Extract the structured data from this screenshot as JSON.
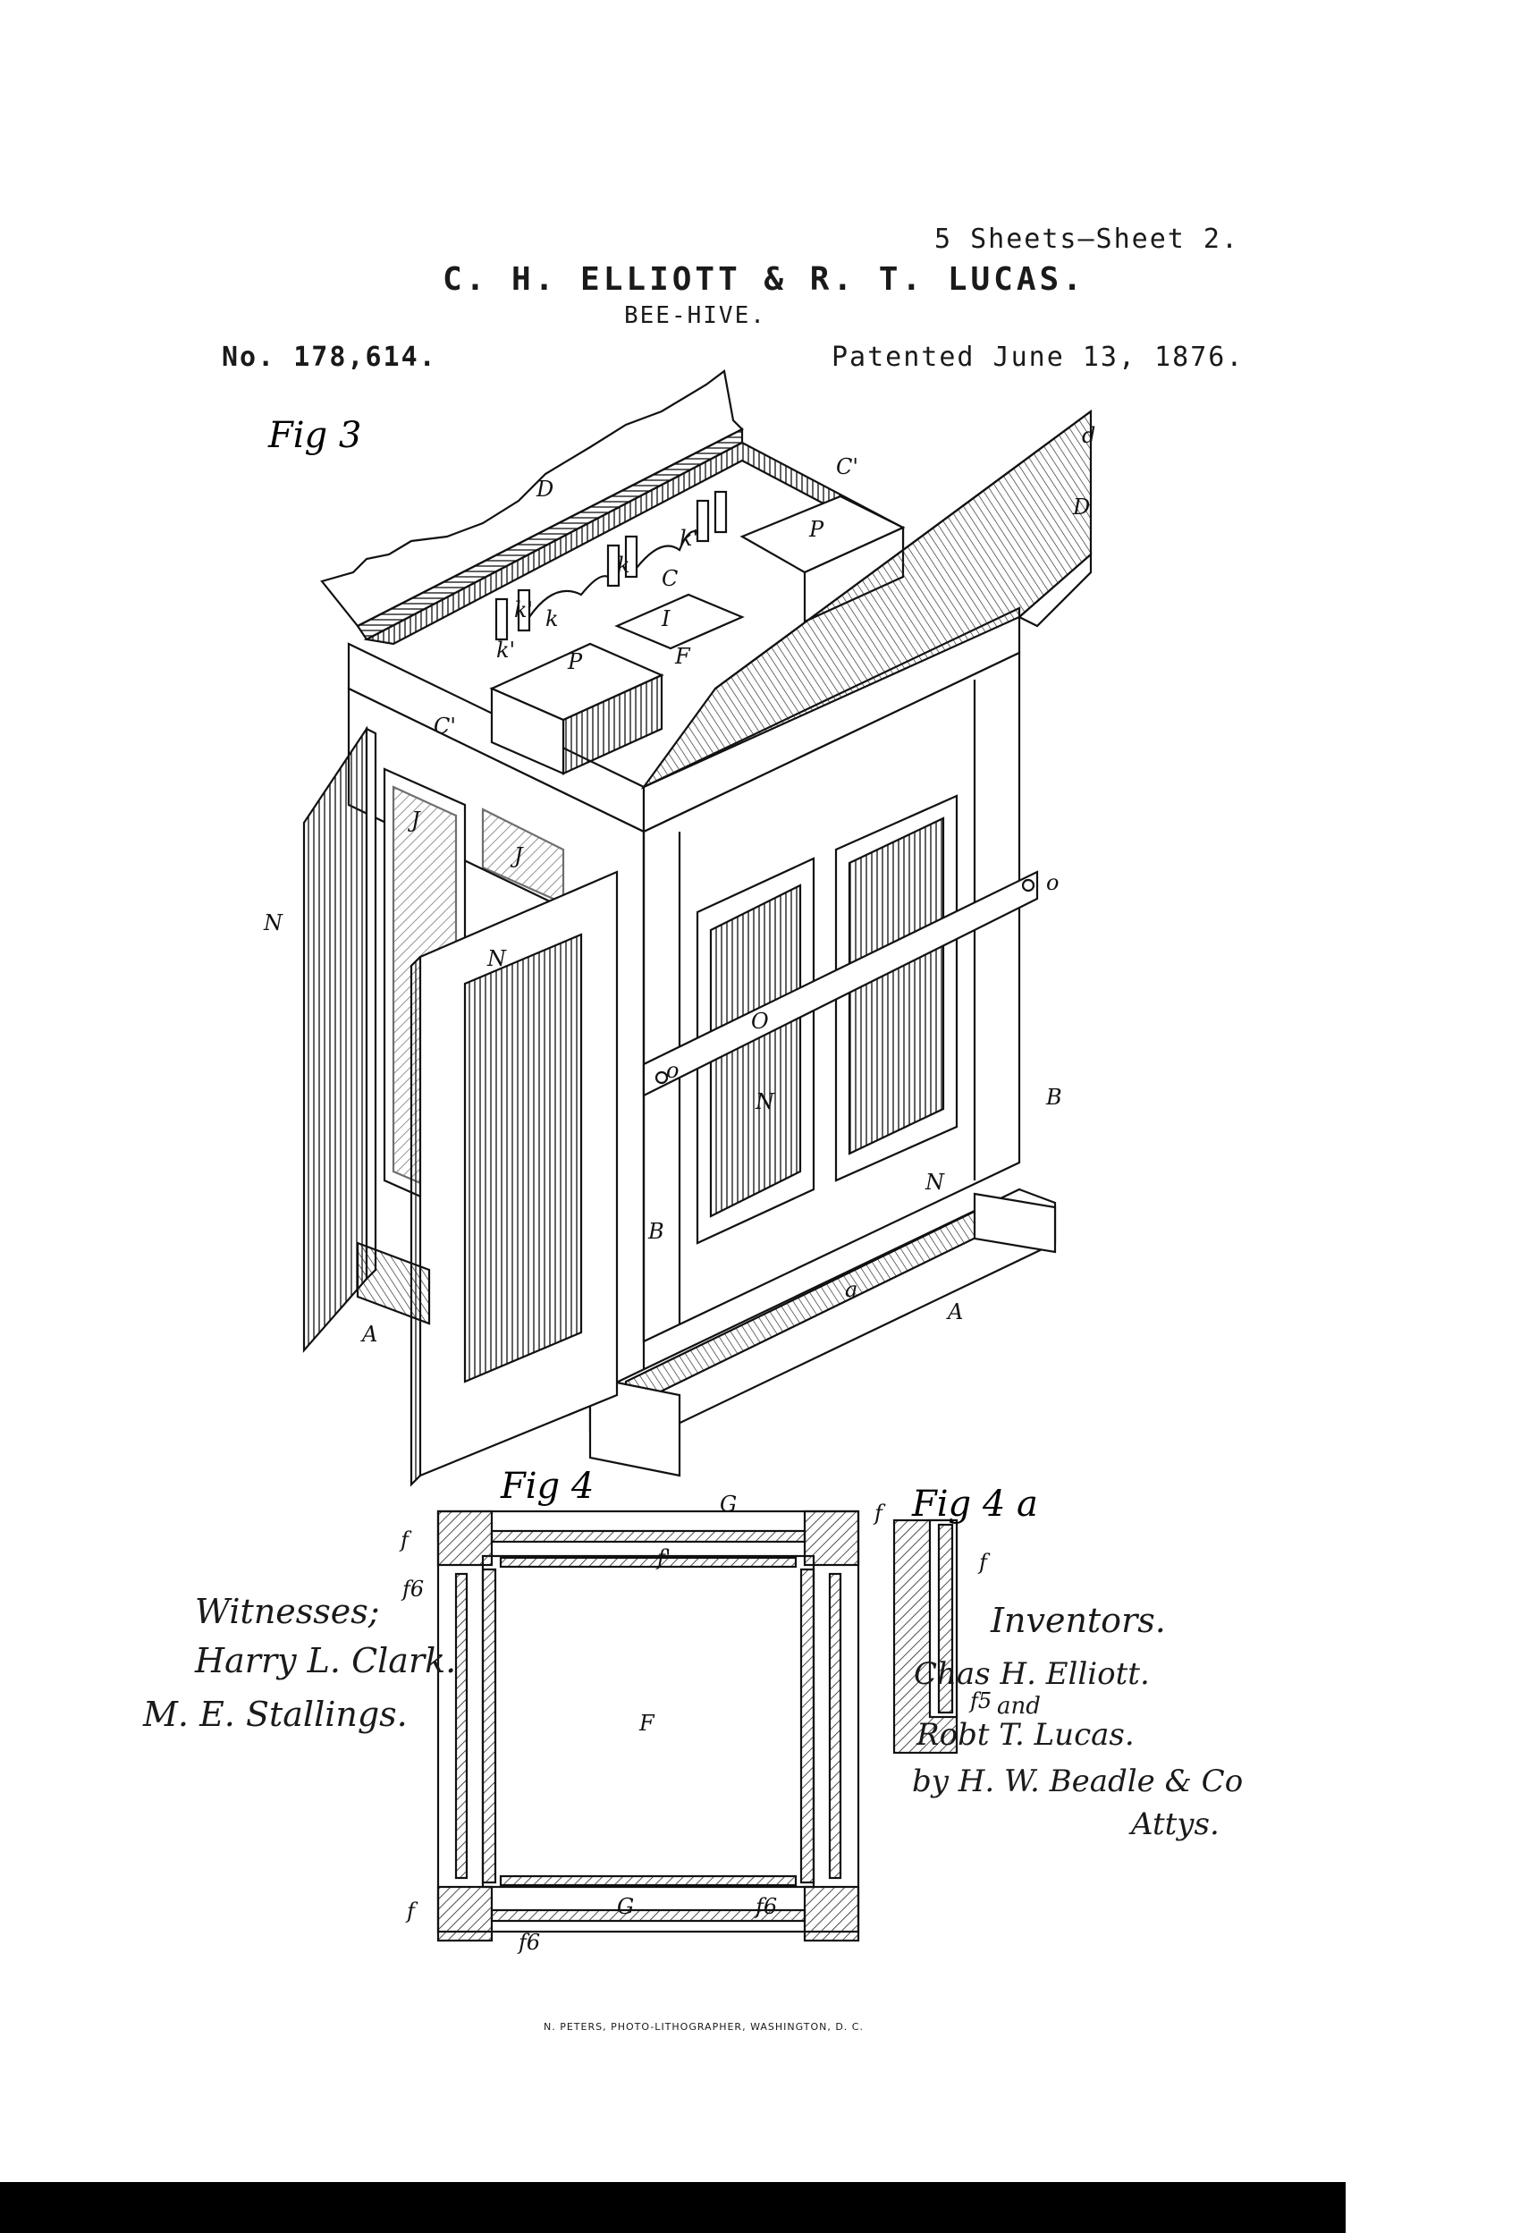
{
  "header": {
    "sheets": "5 Sheets—Sheet 2.",
    "names": "C. H. ELLIOTT & R. T. LUCAS.",
    "subject": "BEE-HIVE.",
    "patent_number": "No. 178,614.",
    "patent_date": "Patented June 13, 1876."
  },
  "figures": {
    "fig3": "Fig 3",
    "fig4": "Fig 4",
    "fig4a": "Fig 4 a",
    "labels": {
      "D1": "D",
      "D2": "D",
      "d": "d",
      "C1": "C'",
      "C2": "C'",
      "C": "C",
      "k1": "k'",
      "k2": "k",
      "k3": "k'",
      "k4": "k",
      "k5": "k'",
      "P1": "P",
      "P2": "P",
      "I": "I",
      "F1": "F",
      "J1": "J",
      "J2": "J",
      "N1": "N",
      "N2": "N",
      "N3": "N",
      "N4": "N",
      "O": "O",
      "o1": "o",
      "o2": "o",
      "B1": "B",
      "B2": "B",
      "A1": "A",
      "A2": "A",
      "a": "a",
      "G1": "G",
      "G2": "G",
      "f1": "f",
      "f2": "f",
      "f3": "f",
      "f4": "f",
      "f6a": "f6",
      "f6b": "f6",
      "f6c": "f6",
      "fprime": "f'",
      "F2": "F",
      "f5": "f5"
    }
  },
  "signatures": {
    "witnesses_heading": "Witnesses;",
    "witness_1": "Harry L. Clark.",
    "witness_2": "M. E. Stallings.",
    "inventors_heading": "Inventors.",
    "inventor_1": "Chas H. Elliott.",
    "and": "and",
    "inventor_2": "Robt T. Lucas.",
    "by": "by H. W. Beadle & Co",
    "attys": "Attys."
  },
  "footer": {
    "printer": "N. PETERS, PHOTO-LITHOGRAPHER, WASHINGTON, D. C."
  }
}
